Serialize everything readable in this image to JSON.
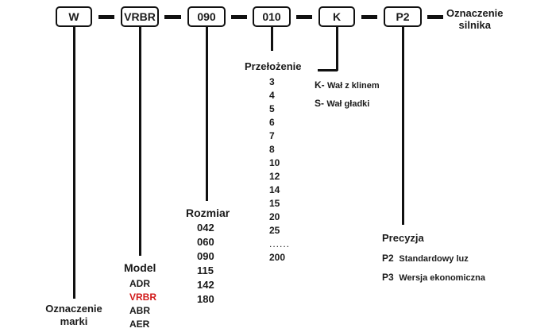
{
  "codes": {
    "marka": "W",
    "model": "VRBR",
    "rozmiar": "090",
    "przelozenie": "010",
    "wal": "K",
    "precyzja": "P2"
  },
  "engine_label": {
    "line1": "Oznaczenie",
    "line2": "silnika"
  },
  "marka": {
    "label_line1": "Oznaczenie",
    "label_line2": "marki"
  },
  "model": {
    "title": "Model",
    "options": [
      "ADR",
      "VRBR",
      "ABR",
      "AER"
    ],
    "highlight": "VRBR",
    "highlight_color": "#d11a1a"
  },
  "rozmiar": {
    "title": "Rozmiar",
    "options": [
      "042",
      "060",
      "090",
      "115",
      "142",
      "180"
    ]
  },
  "przelozenie": {
    "title": "Przełożenie",
    "options": [
      "3",
      "4",
      "5",
      "6",
      "7",
      "8",
      "10",
      "12",
      "14",
      "15",
      "20",
      "25",
      "......",
      "200"
    ]
  },
  "wal": {
    "options": [
      {
        "code": "K-",
        "desc": "Wał z klinem"
      },
      {
        "code": "S-",
        "desc": "Wał gładki"
      }
    ]
  },
  "precyzja": {
    "title": "Precyzja",
    "options": [
      {
        "code": "P2",
        "desc": "Standardowy luz"
      },
      {
        "code": "P3",
        "desc": "Wersja ekonomiczna"
      }
    ]
  }
}
